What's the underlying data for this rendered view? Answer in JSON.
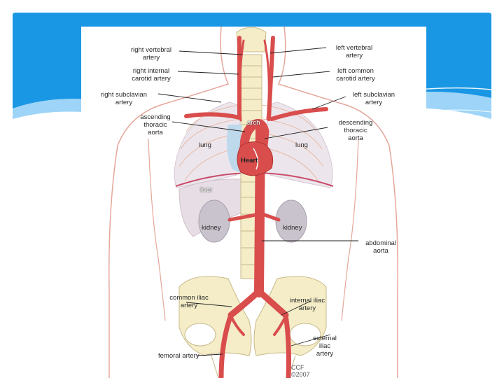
{
  "slide": {
    "header_color": "#1a97e4",
    "header_light_color": "#7cc6f5"
  },
  "diagram": {
    "colors": {
      "artery": "#d94d4d",
      "artery_dark": "#b23434",
      "bone": "#f4edc8",
      "bone_outline": "#c8b98a",
      "body_outline": "#e5a79a",
      "lung": "#ece6ec",
      "liver": "#e7dde4",
      "kidney": "#c9c3cd",
      "heart_blue": "#bfd9ec"
    },
    "labels": {
      "right_vertebral": "right vertebral\nartery",
      "right_internal_carotid": "right internal\ncarotid artery",
      "right_subclavian": "right subclavian\nartery",
      "ascending_aorta": "ascending\nthoracic\naorta",
      "lung_left": "lung",
      "lung_right": "lung",
      "arch": "arch",
      "heart": "Heart",
      "liver": "liver",
      "kidney_left": "kidney",
      "kidney_right": "kidney",
      "left_vertebral": "left vertebral\nartery",
      "left_common_carotid": "left common\ncarotid artery",
      "left_subclavian": "left subclavian\nartery",
      "descending_aorta": "descending\nthoracic\naorta",
      "abdominal_aorta": "abdominal\naorta",
      "common_iliac": "common iliac\nartery",
      "internal_iliac": "internal iliac\nartery",
      "external_iliac": "external\niliac\nartery",
      "femoral": "femoral artery"
    },
    "credit": {
      "logo": "CCF",
      "year": "©2007"
    }
  }
}
